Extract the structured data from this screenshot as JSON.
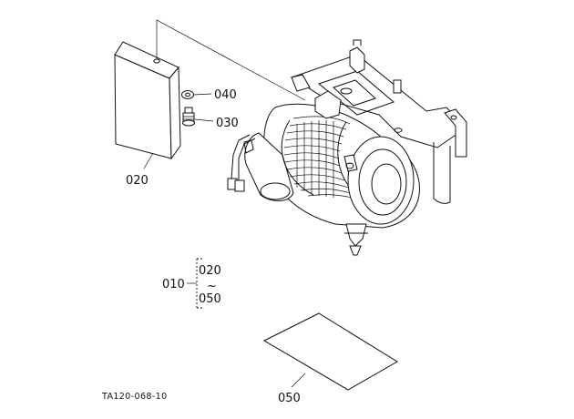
{
  "diagram": {
    "drawing_code": "TA120-068-10",
    "callouts": [
      {
        "id": "c040",
        "text": "040"
      },
      {
        "id": "c030",
        "text": "030"
      },
      {
        "id": "c020_main",
        "text": "020"
      },
      {
        "id": "c010",
        "text": "010"
      },
      {
        "id": "c020_set",
        "text": "020"
      },
      {
        "id": "c050_set",
        "text": "050"
      },
      {
        "id": "c050_main",
        "text": "050"
      }
    ],
    "range_mark": "~"
  }
}
